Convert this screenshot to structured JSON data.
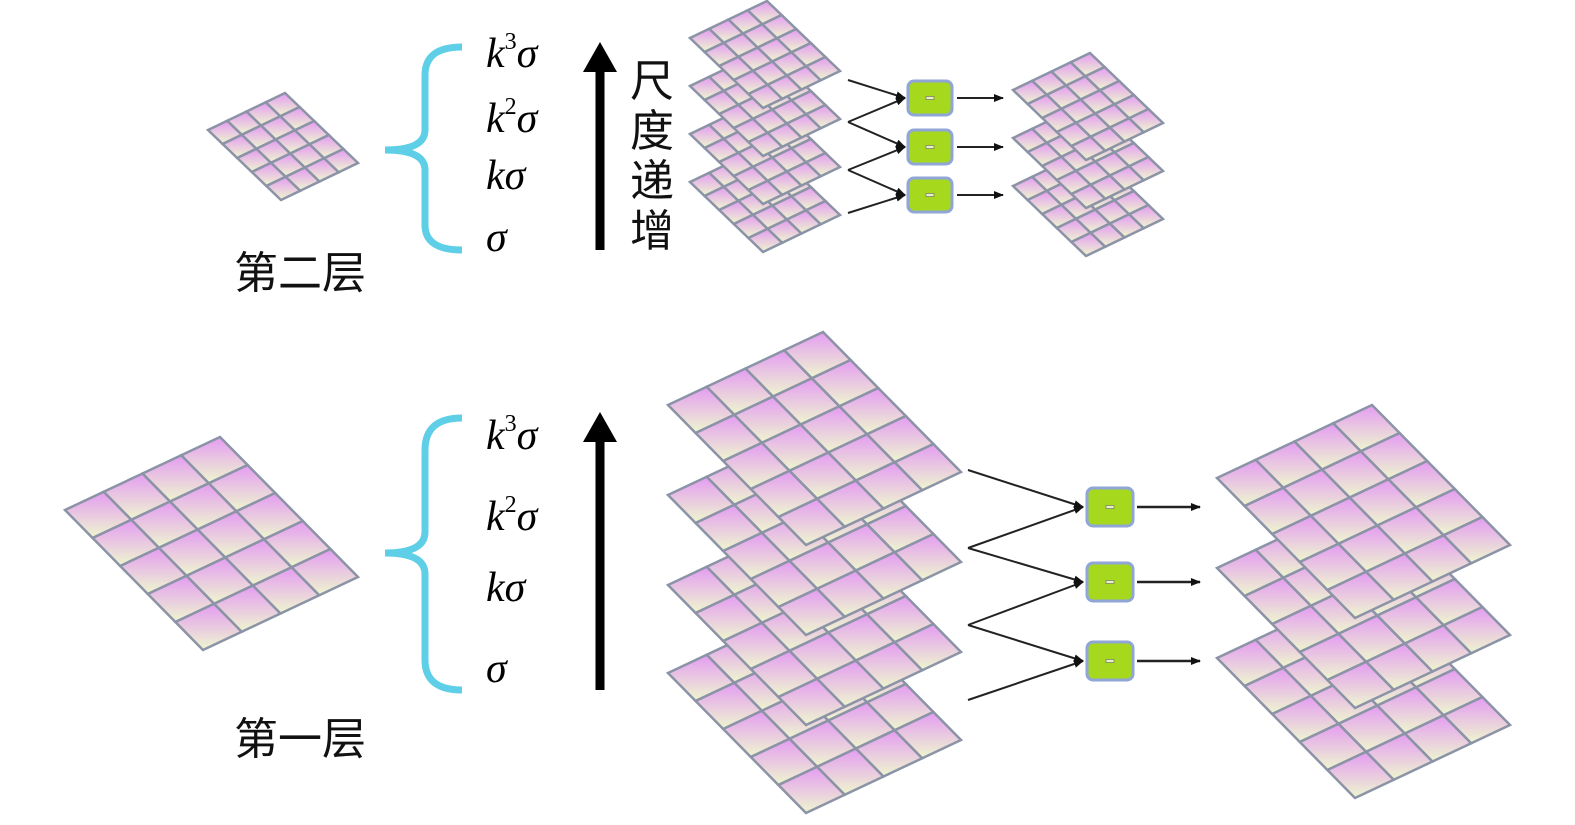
{
  "vertical_label": "尺度递增",
  "layers": [
    {
      "id": "layer2",
      "label": "第二层",
      "scales": [
        {
          "base": "k",
          "exp": "3",
          "sym": "σ"
        },
        {
          "base": "k",
          "exp": "2",
          "sym": "σ"
        },
        {
          "base": "k",
          "exp": "",
          "sym": "σ"
        },
        {
          "base": "",
          "exp": "",
          "sym": "σ"
        }
      ]
    },
    {
      "id": "layer1",
      "label": "第一层",
      "scales": [
        {
          "base": "k",
          "exp": "3",
          "sym": "σ"
        },
        {
          "base": "k",
          "exp": "2",
          "sym": "σ"
        },
        {
          "base": "k",
          "exp": "",
          "sym": "σ"
        },
        {
          "base": "",
          "exp": "",
          "sym": "σ"
        }
      ]
    }
  ],
  "colors": {
    "bracket": "#5ecfe6",
    "cell_top": "#e49cf2",
    "cell_bottom": "#eef6cf",
    "grid_line": "#8b93a6",
    "box_fill": "#a6d81e",
    "box_border": "#8fa6d6"
  },
  "icons": {
    "operator_box": "subtract-box-icon",
    "scale_arrow": "arrow-up-icon"
  }
}
